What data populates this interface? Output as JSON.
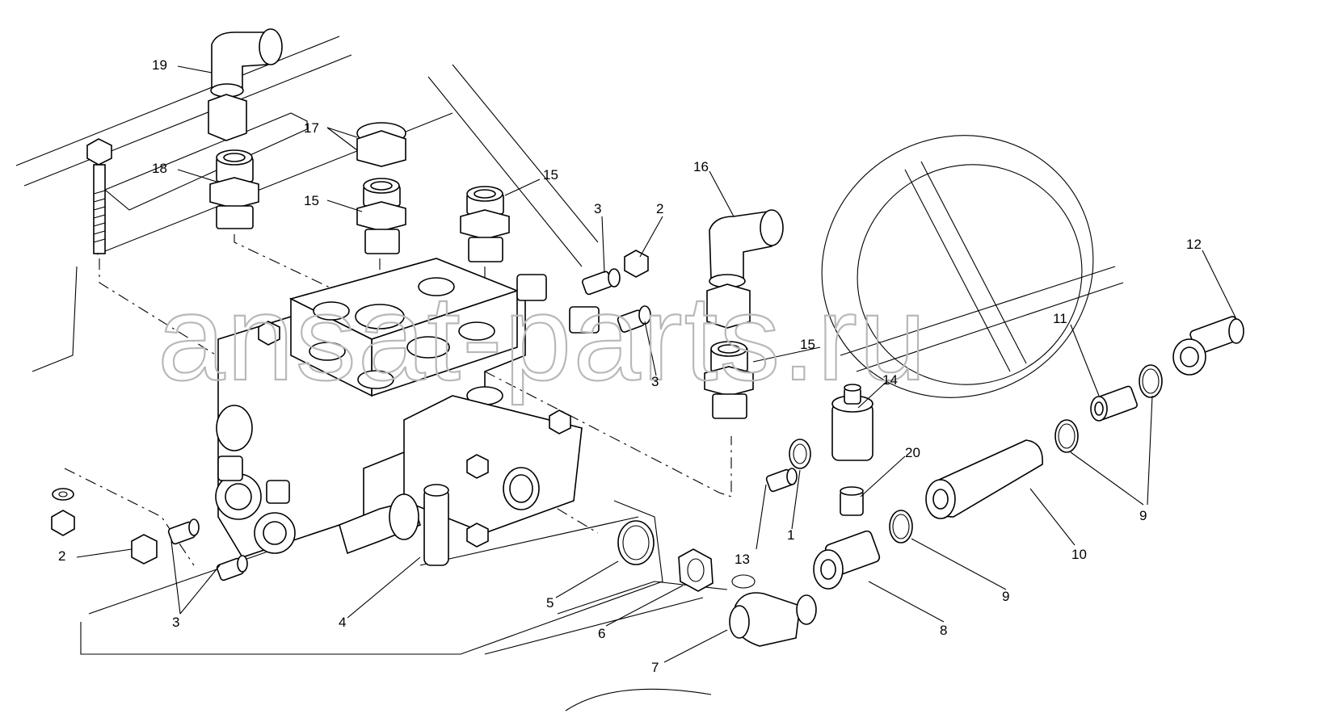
{
  "watermark": "ansat-parts.ru",
  "callouts": [
    {
      "id": "c19",
      "label": "19"
    },
    {
      "id": "c18",
      "label": "18"
    },
    {
      "id": "c17",
      "label": "17"
    },
    {
      "id": "c15a",
      "label": "15"
    },
    {
      "id": "c15b",
      "label": "15"
    },
    {
      "id": "c15c",
      "label": "15"
    },
    {
      "id": "c16",
      "label": "16"
    },
    {
      "id": "c3a",
      "label": "3"
    },
    {
      "id": "c2a",
      "label": "2"
    },
    {
      "id": "c3b",
      "label": "3"
    },
    {
      "id": "c12",
      "label": "12"
    },
    {
      "id": "c11",
      "label": "11"
    },
    {
      "id": "c14",
      "label": "14"
    },
    {
      "id": "c20",
      "label": "20"
    },
    {
      "id": "c9a",
      "label": "9"
    },
    {
      "id": "c10",
      "label": "10"
    },
    {
      "id": "c9b",
      "label": "9"
    },
    {
      "id": "c13",
      "label": "13"
    },
    {
      "id": "c1",
      "label": "1"
    },
    {
      "id": "c2b",
      "label": "2"
    },
    {
      "id": "c3c",
      "label": "3"
    },
    {
      "id": "c4",
      "label": "4"
    },
    {
      "id": "c5",
      "label": "5"
    },
    {
      "id": "c6",
      "label": "6"
    },
    {
      "id": "c7",
      "label": "7"
    },
    {
      "id": "c8",
      "label": "8"
    }
  ]
}
